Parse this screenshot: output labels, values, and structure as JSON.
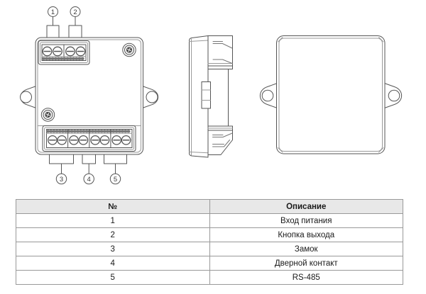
{
  "figure": {
    "callouts": {
      "c1": "1",
      "c2": "2",
      "c3": "3",
      "c4": "4",
      "c5": "5"
    }
  },
  "table": {
    "headers": {
      "num": "№",
      "desc": "Описание"
    },
    "rows": [
      {
        "num": "1",
        "desc": "Вход питания"
      },
      {
        "num": "2",
        "desc": "Кнопка выхода"
      },
      {
        "num": "3",
        "desc": "Замок"
      },
      {
        "num": "4",
        "desc": "Дверной контакт"
      },
      {
        "num": "5",
        "desc": "RS-485"
      }
    ]
  },
  "colors": {
    "line": "#555555",
    "line_light": "#999999",
    "screw_center": "#4a4a4a",
    "table_header_bg": "#e8e8e8",
    "table_border": "#999999",
    "text": "#1a1a1a"
  }
}
